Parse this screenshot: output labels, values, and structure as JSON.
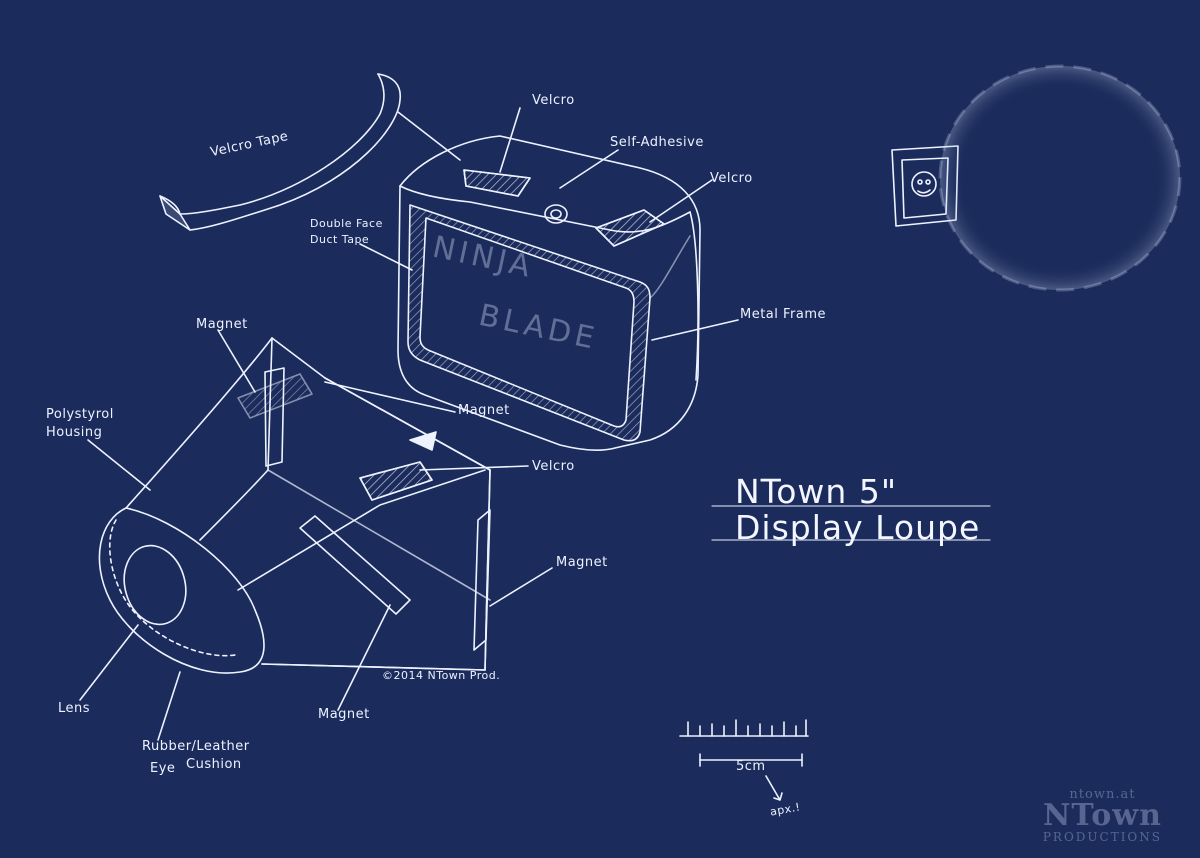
{
  "title": {
    "line1": "NTown 5\"",
    "line2": "Display Loupe"
  },
  "labels": {
    "velcro_tape": "Velcro Tape",
    "velcro_top": "Velcro",
    "self_adhesive": "Self-Adhesive",
    "velcro_right": "Velcro",
    "double_face_line1": "Double Face",
    "double_face_line2": "Duct Tape",
    "metal_frame": "Metal Frame",
    "magnet_top": "Magnet",
    "magnet_mid": "Magnet",
    "polystyrol_line1": "Polystyrol",
    "polystyrol_line2": "Housing",
    "velcro_housing": "Velcro",
    "magnet_right": "Magnet",
    "lens": "Lens",
    "rubber_line1": "Rubber/Leather",
    "rubber_line2_a": "Eye",
    "rubber_line2_b": "Cushion",
    "magnet_bottom": "Magnet",
    "copyright": "©2014 NTown Prod.",
    "scale": "5cm",
    "approx": "apx.!"
  },
  "screen_text": {
    "line1": "NINJA",
    "line2": "BLADE"
  },
  "watermark": {
    "domain": "ntown.at",
    "brand": "NTown",
    "sub": "PRODUCTIONS"
  },
  "colors": {
    "background": "#1b2c5c",
    "ink": "#eef2ff"
  }
}
